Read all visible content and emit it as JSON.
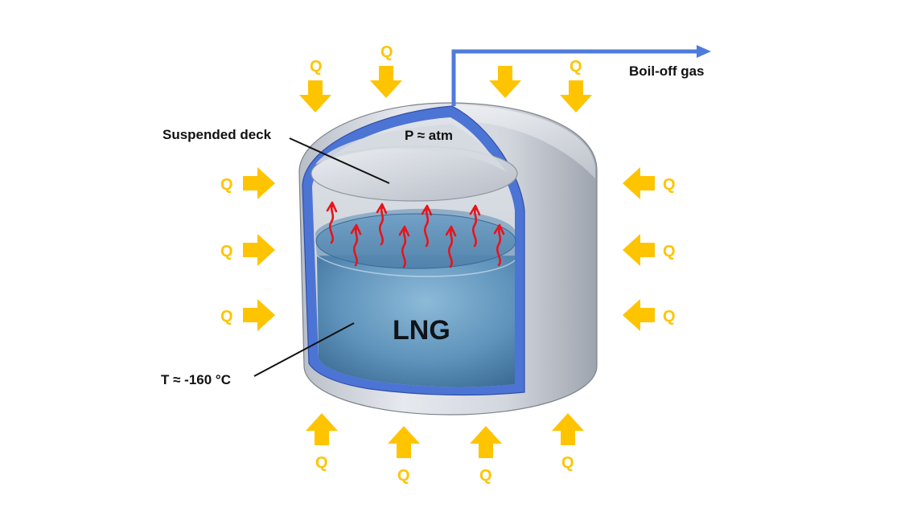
{
  "labels": {
    "suspended_deck": "Suspended deck",
    "pressure": "P ≈ atm",
    "liquid": "LNG",
    "temperature": "T ≈ -160 °C",
    "boil_off": "Boil-off gas"
  },
  "heat_symbol": "Q",
  "colors": {
    "heat_arrow": "#FFC400",
    "vapor_arrow": "#E8141B",
    "pipe": "#4F7BDB",
    "tank_shell": "#C9CED6",
    "liquid": "#5A8DB5"
  }
}
